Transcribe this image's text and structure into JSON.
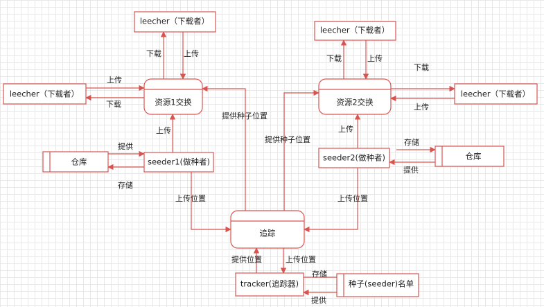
{
  "diagram": {
    "accent_color": "#d9534f",
    "nodes": {
      "leecher_top_left": "leecher（下载者）",
      "leecher_top_right": "leecher（下载者）",
      "leecher_left": "leecher（下载者）",
      "leecher_right": "leecher（下载者）",
      "exchange1": "资源1交换",
      "exchange2": "资源2交换",
      "warehouse_left": "仓库",
      "warehouse_right": "仓库",
      "seeder1": "seeder1(做种者)",
      "seeder2": "seeder2(做种者)",
      "tracking": "追踪",
      "tracker": "tracker(追踪器)",
      "seed_list": "种子(seeder)名单"
    },
    "edge_labels": {
      "tl_download": "下载",
      "tl_upload": "上传",
      "tr_download": "下载",
      "tr_upload": "上传",
      "l_upload": "上传",
      "l_download": "下载",
      "r_download": "下载",
      "r_upload": "上传",
      "s1_upload": "上传",
      "s2_upload": "上传",
      "s1_provide": "提供",
      "s1_store": "存储",
      "s2_store": "存储",
      "s2_provide": "提供",
      "s1_upload_pos": "上传位置",
      "s2_upload_pos": "上传位置",
      "track_to_ex1": "提供种子位置",
      "track_to_ex2": "提供种子位置",
      "tracker_provide_pos": "提供位置",
      "tracker_upload_pos": "上传位置",
      "list_store": "存储",
      "list_provide": "提供"
    }
  }
}
